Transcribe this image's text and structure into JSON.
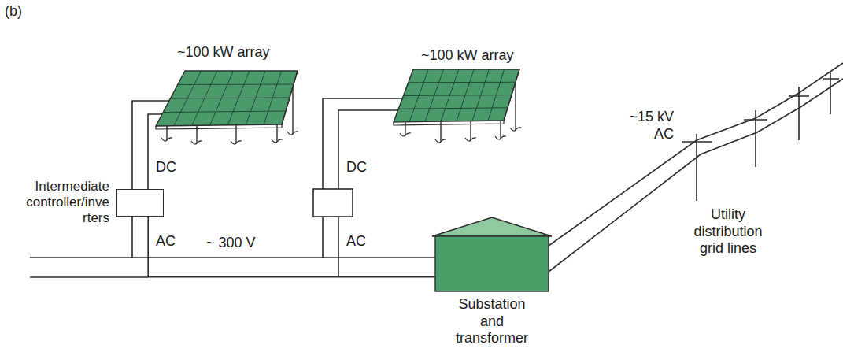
{
  "diagram": {
    "nodes": [
      {
        "text": [
          "Intermediate controller/inverters"
        ]
      },
      {
        "text": [
          "Substation and transformer"
        ]
      }
    ],
    "edges": [
      {
        "from": 0,
        "to": 1,
        "arrow": "none"
      }
    ],
    "labels": [
      "(b)",
      "~100 kW array",
      "~100 kW array",
      "DC",
      "AC",
      "DC",
      "AC",
      "~ 300 V",
      "~15 kV AC",
      "Utility distribution grid lines"
    ]
  }
}
